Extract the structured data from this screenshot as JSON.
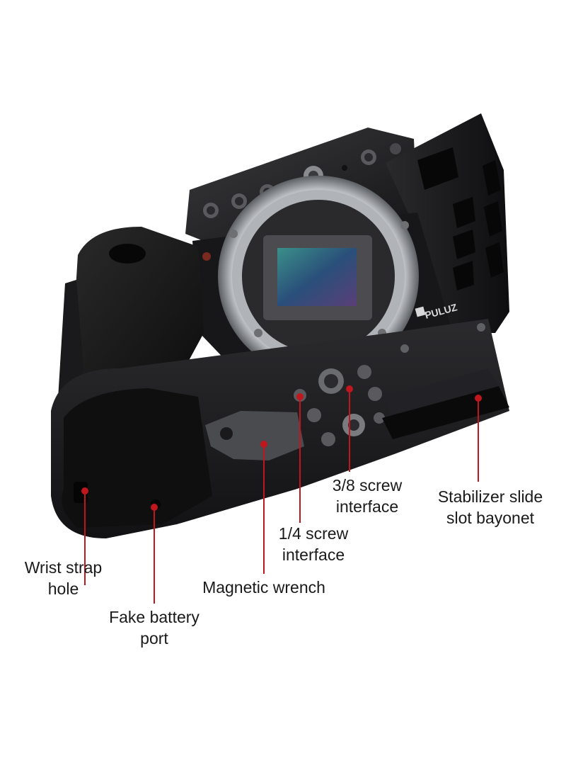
{
  "brand": {
    "logo_text": "PULUZ"
  },
  "colors": {
    "pointer": "#c0161e",
    "cage": "#1c1c1e",
    "sensor": "#2d6b78"
  },
  "callouts": {
    "wrist_strap": {
      "line1": "Wrist strap",
      "line2": "hole"
    },
    "fake_battery": {
      "line1": "Fake battery",
      "line2": "port"
    },
    "magnetic_wrench": {
      "line1": "Magnetic wrench"
    },
    "screw_quarter": {
      "line1": "1/4 screw",
      "line2": "interface"
    },
    "screw_three_eighths": {
      "line1": "3/8 screw",
      "line2": "interface"
    },
    "stabilizer_slot": {
      "line1": "Stabilizer slide",
      "line2": "slot bayonet"
    }
  }
}
